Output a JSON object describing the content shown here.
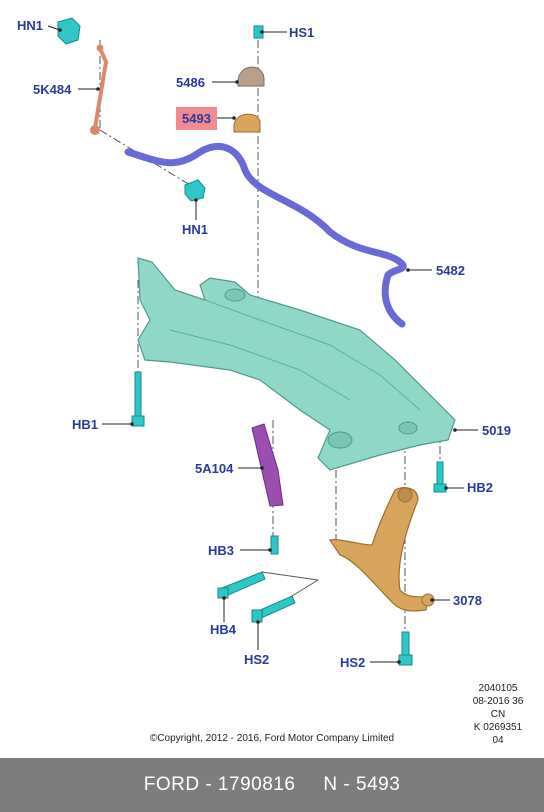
{
  "callouts": {
    "hn1_top": "HN1",
    "hs1": "HS1",
    "p5486": "5486",
    "p5k484": "5K484",
    "p5493": "5493",
    "hn1_bottom": "HN1",
    "p5482": "5482",
    "hb1": "HB1",
    "p5019": "5019",
    "p5a104": "5A104",
    "hb2": "HB2",
    "hb3": "HB3",
    "p3078": "3078",
    "hb4": "HB4",
    "hs2_left": "HS2",
    "hs2_right": "HS2"
  },
  "meta": {
    "line1": "2040105",
    "line2": "08-2016 36",
    "line3": "CN",
    "line4": "K 0269351 04"
  },
  "copyright": "©Copyright, 2012 - 2016, Ford Motor Company Limited",
  "footer": {
    "part_brand": "FORD - 1790816",
    "part_number": "N - 5493"
  },
  "colors": {
    "label": "#2a3a9c",
    "highlight": "#f08a93",
    "subframe": "#8fd8c8",
    "stabilizer_bar": "#6a6ad6",
    "control_arm": "#d9a45c",
    "bolt": "#2ec6c6",
    "bracket": "#9b4fb0",
    "link": "#d98a6a",
    "footer_bg": "#7d7d7d"
  }
}
